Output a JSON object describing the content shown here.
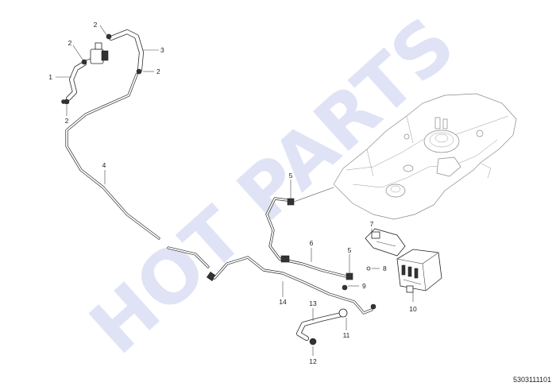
{
  "watermark": "HOT PARTS",
  "diagram_code": "5303111101",
  "callouts": {
    "c1": "1",
    "c2a": "2",
    "c2b": "2",
    "c2c": "2",
    "c2d": "2",
    "c3": "3",
    "c4": "4",
    "c5a": "5",
    "c5b": "5",
    "c6": "6",
    "c7": "7",
    "c8": "8",
    "c9": "9",
    "c10": "10",
    "c11": "11",
    "c12": "12",
    "c13": "13",
    "c14": "14"
  }
}
